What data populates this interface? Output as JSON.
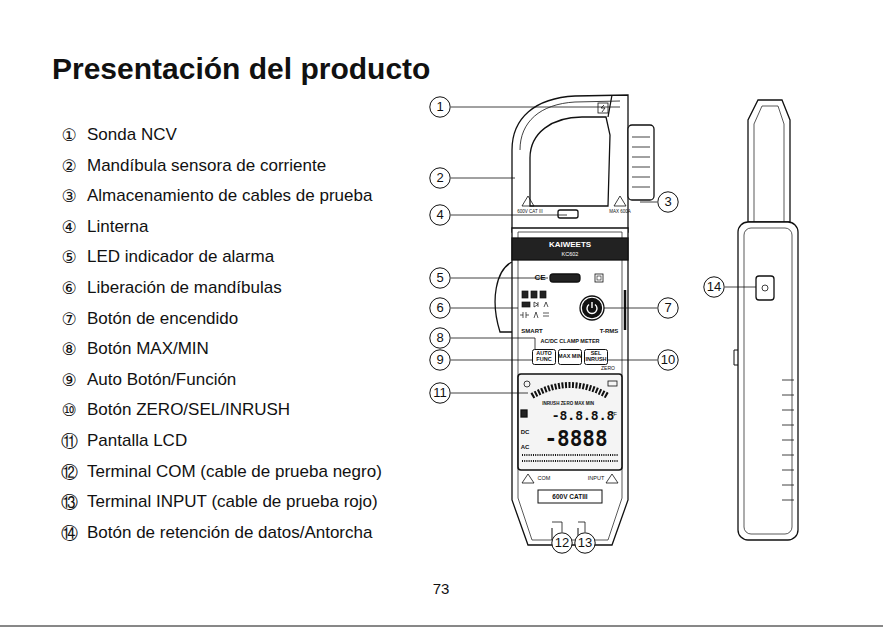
{
  "diagram": {
    "title": "Presentación del producto",
    "nodes": [
      {
        "text": [
          "1"
        ]
      },
      {
        "text": [
          "2"
        ]
      },
      {
        "text": [
          "3"
        ]
      },
      {
        "text": [
          "4"
        ]
      },
      {
        "text": [
          "5"
        ]
      },
      {
        "text": [
          "6"
        ]
      },
      {
        "text": [
          "7"
        ]
      },
      {
        "text": [
          "8"
        ]
      },
      {
        "text": [
          "9"
        ]
      },
      {
        "text": [
          "10"
        ]
      },
      {
        "text": [
          "11"
        ]
      },
      {
        "text": [
          "12"
        ]
      },
      {
        "text": [
          "13"
        ]
      },
      {
        "text": [
          "14"
        ]
      },
      {
        "text": [
          "AUTO FUNC"
        ]
      },
      {
        "text": [
          "MAX MIN"
        ]
      },
      {
        "text": [
          "SEL INRUSH"
        ]
      }
    ],
    "labels": [
      "①",
      "Sonda NCV",
      "②",
      "Mandíbula sensora de corriente",
      "③",
      "Almacenamiento de cables de prueba",
      "④",
      "Linterna",
      "⑤",
      "LED indicador de alarma",
      "⑥",
      "Liberación de mandíbulas",
      "⑦",
      "Botón de encendido",
      "⑧",
      "Botón MAX/MIN",
      "⑨",
      "Auto Botón/Función",
      "⑩",
      "Botón ZERO/SEL/INRUSH",
      "⑪",
      "Pantalla LCD",
      "⑫",
      "Terminal COM (cable de prueba negro)",
      "⑬",
      "Terminal INPUT (cable de prueba rojo)",
      "⑭",
      "Botón de retención de datos/Antorcha",
      "73",
      "KAIWEETS",
      "KC602",
      "600V CAT III",
      "MAX 600A",
      "SMART",
      "T-RMS",
      "AC/DC CLAMP METER",
      "ZERO",
      "INRUSH ZERO MAX MIN",
      "-8.8.8.8",
      "°F",
      "DC",
      "AC",
      "-8888",
      "COM",
      "INPUT",
      "600V CATIII",
      "CE"
    ]
  }
}
